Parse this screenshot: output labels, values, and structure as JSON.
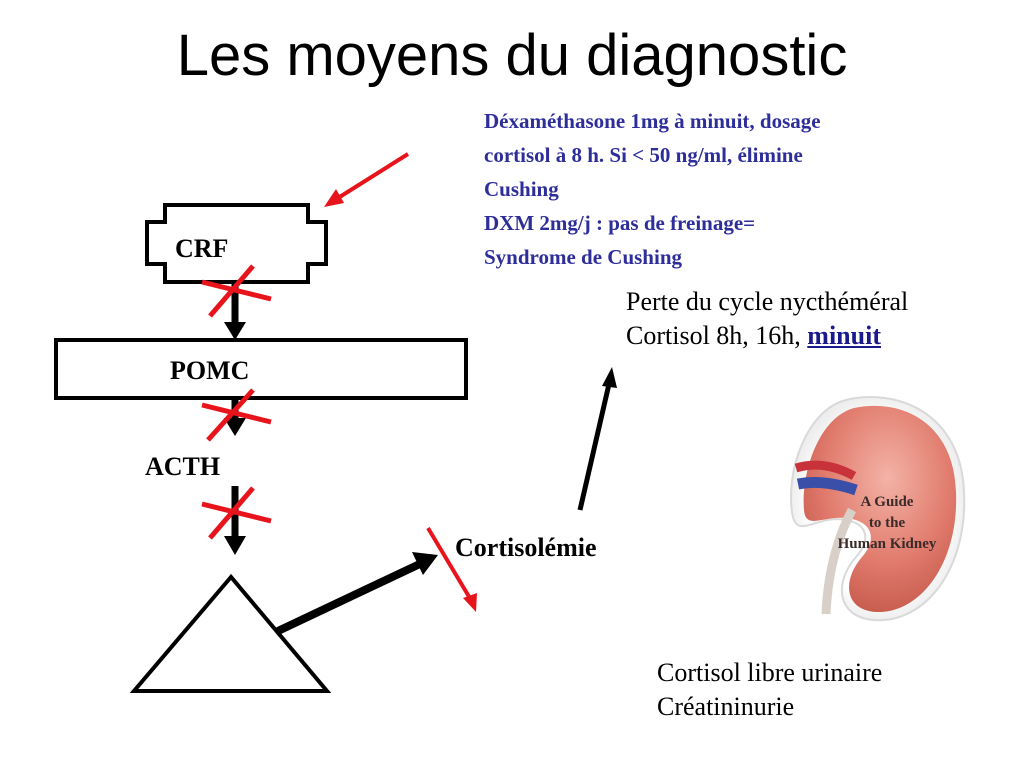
{
  "title": "Les moyens du diagnostic",
  "note": {
    "lines": [
      "Déxaméthasone 1mg à minuit, dosage",
      "cortisol à 8 h. Si < 50 ng/ml, élimine",
      "Cushing",
      "DXM 2mg/j : pas de freinage=",
      "Syndrome de Cushing"
    ],
    "color": "#2E2E9A"
  },
  "nodes": {
    "crf": "CRF",
    "pomc": "POMC",
    "acth": "ACTH",
    "cortisolemie": "Cortisolémie"
  },
  "cycle": {
    "line1": "Perte du cycle nycthéméral",
    "line2_prefix": "Cortisol 8h, 16h, ",
    "line2_link": "minuit"
  },
  "kidney": {
    "caption_lines": [
      "A Guide",
      "to the",
      "Human Kidney"
    ]
  },
  "urine": {
    "line1": "Cortisol libre urinaire",
    "line2": "Créatininurie"
  },
  "colors": {
    "cross": "#e8141c",
    "arrow": "#000000",
    "kidney": "#e07a6c"
  }
}
